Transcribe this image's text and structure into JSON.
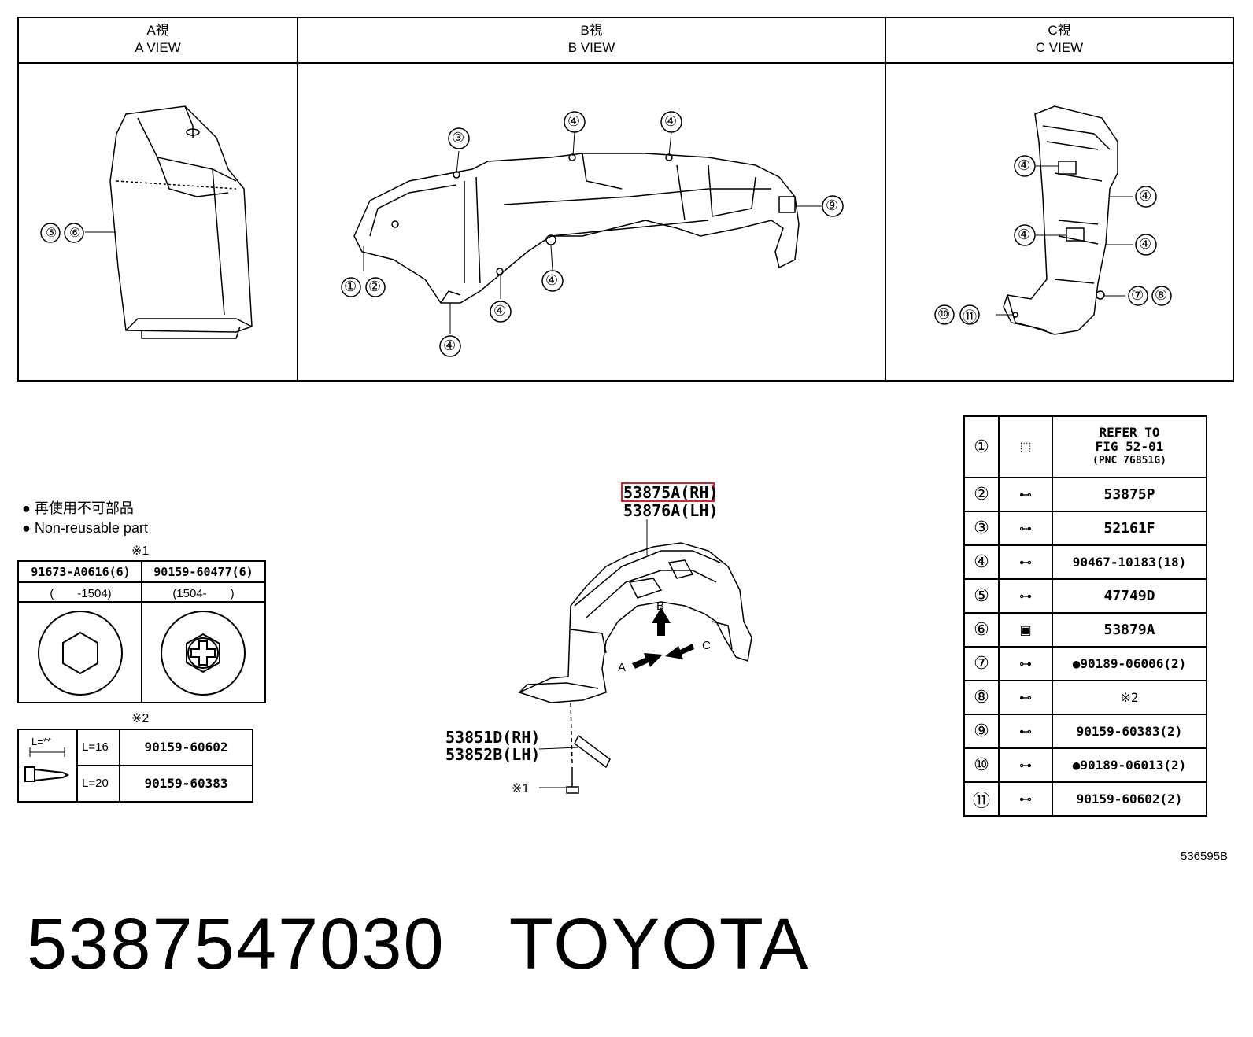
{
  "views": [
    {
      "jp": "A視",
      "en": "A VIEW"
    },
    {
      "jp": "B視",
      "en": "B VIEW"
    },
    {
      "jp": "C視",
      "en": "C VIEW"
    }
  ],
  "callouts": {
    "c1": "①",
    "c2": "②",
    "c3": "③",
    "c4": "④",
    "c5": "⑤",
    "c6": "⑥",
    "c7": "⑦",
    "c8": "⑧",
    "c9": "⑨",
    "c10": "⑩",
    "c11": "⑪"
  },
  "legend": {
    "jp": "● 再使用不可部品",
    "en": "● Non-reusable part"
  },
  "bolt_table": {
    "mark": "※1",
    "col1_part": "91673-A0616(6)",
    "col1_range": "(　　-1504)",
    "col2_part": "90159-60477(6)",
    "col2_range": "(1504-　　)"
  },
  "screw_table": {
    "mark": "※2",
    "l_label": "L=**",
    "rows": [
      {
        "len": "L=16",
        "part": "90159-60602"
      },
      {
        "len": "L=20",
        "part": "90159-60383"
      }
    ]
  },
  "main_part": {
    "rh": "53875A(RH)",
    "lh": "53876A(LH)",
    "sub_rh": "53851D(RH)",
    "sub_lh": "53852B(LH)",
    "bolt_mark": "※1",
    "arrow_a": "A",
    "arrow_b": "B",
    "arrow_c": "C",
    "highlight_color": "#e02020"
  },
  "parts_table": [
    {
      "num": "①",
      "part": "REFER TO FIG 52-01 (PNC 76851G)"
    },
    {
      "num": "②",
      "part": "53875P"
    },
    {
      "num": "③",
      "part": "52161F"
    },
    {
      "num": "④",
      "part": "90467-10183(18)"
    },
    {
      "num": "⑤",
      "part": "47749D"
    },
    {
      "num": "⑥",
      "part": "53879A"
    },
    {
      "num": "⑦",
      "part": "●90189-06006(2)"
    },
    {
      "num": "⑧",
      "part": "※2"
    },
    {
      "num": "⑨",
      "part": "90159-60383(2)"
    },
    {
      "num": "⑩",
      "part": "●90189-06013(2)"
    },
    {
      "num": "⑪",
      "part": "90159-60602(2)"
    }
  ],
  "refer": {
    "line1": "REFER TO",
    "line2": "FIG 52-01",
    "line3": "(PNC 76851G)"
  },
  "figure_id": "536595B",
  "title": {
    "part_number": "5387547030",
    "brand": "TOYOTA"
  }
}
